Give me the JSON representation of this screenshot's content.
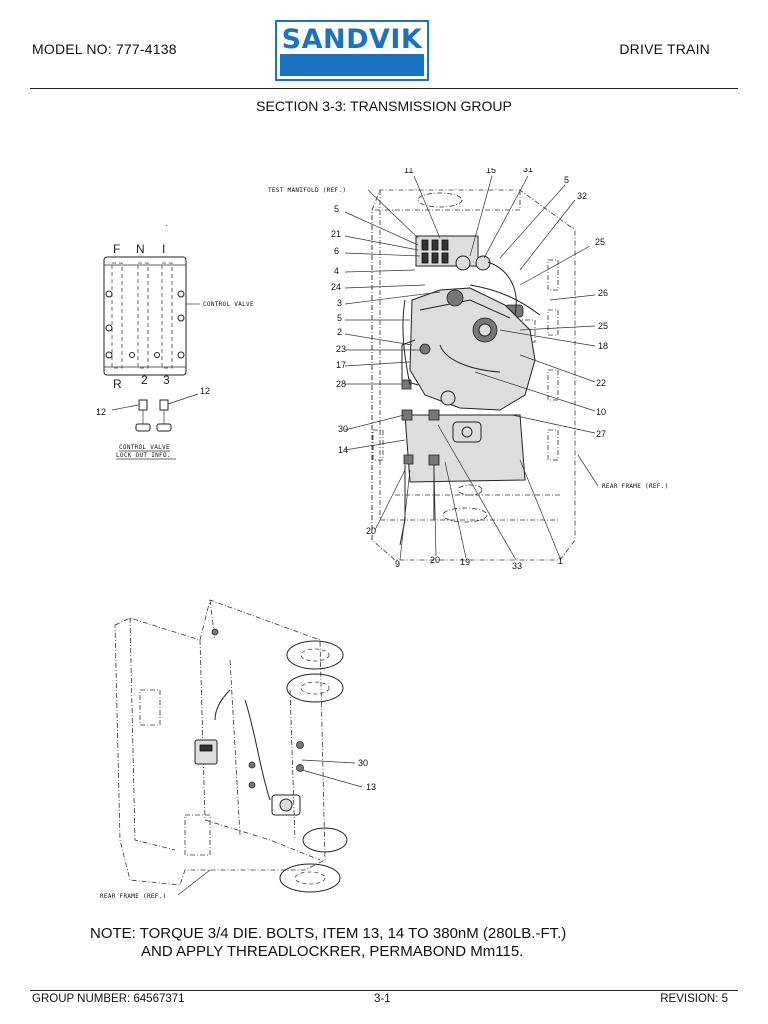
{
  "header": {
    "model": "MODEL NO: 777-4138",
    "brand": "SANDVIK",
    "section_name": "DRIVE TRAIN",
    "title": "SECTION 3-3: TRANSMISSION GROUP"
  },
  "drawing_labels": {
    "test_manifold": "TEST MANIFOLD (REF.)",
    "control_valve": "CONTROL VALVE",
    "control_valve_lockout_1": "CONTROL VALVE",
    "control_valve_lockout_2": "LOCK OUT INFO.",
    "rear_frame_1": "REAR FRAME (REF.)",
    "rear_frame_2": "REAR FRAME (REF.)",
    "valve_top": [
      "F",
      "N",
      "I"
    ],
    "valve_bottom": [
      "R",
      "2",
      "3"
    ]
  },
  "callouts_main": [
    "11",
    "15",
    "31",
    "5",
    "32",
    "5",
    "21",
    "6",
    "25",
    "4",
    "24",
    "3",
    "26",
    "5",
    "25",
    "2",
    "18",
    "23",
    "17",
    "22",
    "28",
    "10",
    "30",
    "27",
    "14",
    "20",
    "9",
    "20",
    "19",
    "33",
    "1"
  ],
  "callouts_valve": [
    "12",
    "12"
  ],
  "callouts_lower": [
    "30",
    "13"
  ],
  "note": {
    "line1": "NOTE: TORQUE 3/4 DIE. BOLTS, ITEM 13, 14 TO 380nM (280LB.-FT.)",
    "line2": "AND APPLY THREADLOCKRER, PERMABOND Mm115."
  },
  "footer": {
    "group": "GROUP NUMBER: 64567371",
    "page": "3-1",
    "revision": "REVISION: 5"
  },
  "colors": {
    "brand_blue": "#1a72c2"
  }
}
